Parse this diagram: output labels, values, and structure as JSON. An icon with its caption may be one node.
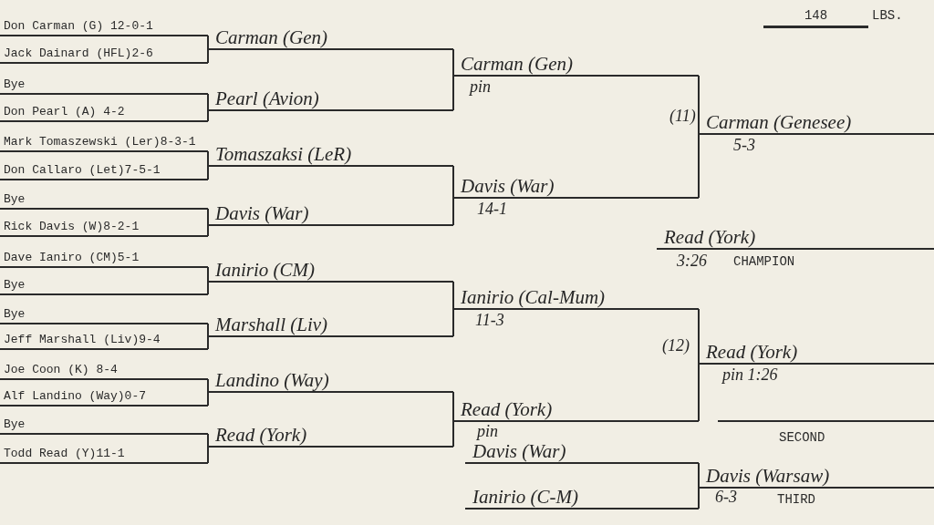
{
  "diagram": {
    "nodes": [
      {
        "text": [
          "Don Carman (G) 12-0-1"
        ]
      },
      {
        "text": [
          "Jack Dainard (HFL)2-6"
        ]
      },
      {
        "text": [
          "Bye"
        ]
      },
      {
        "text": [
          "Don Pearl (A) 4-2"
        ]
      },
      {
        "text": [
          "Mark Tomaszewski (Ler)8-3-1"
        ]
      },
      {
        "text": [
          "Don Callaro (Let)7-5-1"
        ]
      },
      {
        "text": [
          "Bye"
        ]
      },
      {
        "text": [
          "Rick Davis (W)8-2-1"
        ]
      },
      {
        "text": [
          "Dave Ianiro (CM)5-1"
        ]
      },
      {
        "text": [
          "Bye"
        ]
      },
      {
        "text": [
          "Bye"
        ]
      },
      {
        "text": [
          "Jeff Marshall (Liv)9-4"
        ]
      },
      {
        "text": [
          "Joe Coon (K) 8-4"
        ]
      },
      {
        "text": [
          "Alf Landino (Way)0-7"
        ]
      },
      {
        "text": [
          "Bye"
        ]
      },
      {
        "text": [
          "Todd Read (Y)11-1"
        ]
      },
      {
        "text": [
          "Carman (Gen)"
        ]
      },
      {
        "text": [
          "Pearl (Avion)"
        ]
      },
      {
        "text": [
          "Tomaszaksi (LeR)"
        ]
      },
      {
        "text": [
          "Davis (War)"
        ]
      },
      {
        "text": [
          "Ianirio (CM)"
        ]
      },
      {
        "text": [
          "Marshall (Liv)"
        ]
      },
      {
        "text": [
          "Landino (Way)"
        ]
      },
      {
        "text": [
          "Read (York)"
        ]
      },
      {
        "text": [
          "Carman (Gen)"
        ],
        "beside": [
          "pin"
        ]
      },
      {
        "text": [
          "Davis (War)"
        ],
        "beside": [
          "14-1"
        ]
      },
      {
        "text": [
          "Ianirio (Cal-Mum)"
        ],
        "beside": [
          "11-3"
        ]
      },
      {
        "text": [
          "Read (York)"
        ],
        "beside": [
          "pin"
        ]
      },
      {
        "text": [
          "Carman (Genesee)"
        ],
        "beside": [
          "(11)",
          "5-3"
        ]
      },
      {
        "text": [
          "Read (York)"
        ],
        "beside": [
          "(12)",
          "pin 1:26"
        ]
      },
      {
        "text": [
          "Read (York)"
        ],
        "beside": [
          "3:26",
          "CHAMPION"
        ]
      },
      {
        "text": [],
        "shape": "line",
        "beside": [
          "SECOND"
        ]
      },
      {
        "text": [
          "Davis (War)"
        ]
      },
      {
        "text": [
          "Ianirio (C-M)"
        ]
      },
      {
        "text": [
          "Davis (Warsaw)"
        ],
        "beside": [
          "6-3",
          "THIRD"
        ]
      }
    ],
    "edges": [
      {
        "from": 0,
        "to": 16,
        "arrow": "none"
      },
      {
        "from": 1,
        "to": 16,
        "arrow": "none"
      },
      {
        "from": 2,
        "to": 17,
        "arrow": "none"
      },
      {
        "from": 3,
        "to": 17,
        "arrow": "none"
      },
      {
        "from": 4,
        "to": 18,
        "arrow": "none"
      },
      {
        "from": 5,
        "to": 18,
        "arrow": "none"
      },
      {
        "from": 6,
        "to": 19,
        "arrow": "none"
      },
      {
        "from": 7,
        "to": 19,
        "arrow": "none"
      },
      {
        "from": 8,
        "to": 20,
        "arrow": "none"
      },
      {
        "from": 9,
        "to": 20,
        "arrow": "none"
      },
      {
        "from": 10,
        "to": 21,
        "arrow": "none"
      },
      {
        "from": 11,
        "to": 21,
        "arrow": "none"
      },
      {
        "from": 12,
        "to": 22,
        "arrow": "none"
      },
      {
        "from": 13,
        "to": 22,
        "arrow": "none"
      },
      {
        "from": 14,
        "to": 23,
        "arrow": "none"
      },
      {
        "from": 15,
        "to": 23,
        "arrow": "none"
      },
      {
        "from": 16,
        "to": 24,
        "arrow": "none"
      },
      {
        "from": 17,
        "to": 24,
        "arrow": "none"
      },
      {
        "from": 18,
        "to": 25,
        "arrow": "none"
      },
      {
        "from": 19,
        "to": 25,
        "arrow": "none"
      },
      {
        "from": 20,
        "to": 26,
        "arrow": "none"
      },
      {
        "from": 21,
        "to": 26,
        "arrow": "none"
      },
      {
        "from": 22,
        "to": 27,
        "arrow": "none"
      },
      {
        "from": 23,
        "to": 27,
        "arrow": "none"
      },
      {
        "from": 24,
        "to": 28,
        "arrow": "none"
      },
      {
        "from": 25,
        "to": 28,
        "arrow": "none"
      },
      {
        "from": 26,
        "to": 29,
        "arrow": "none"
      },
      {
        "from": 27,
        "to": 29,
        "arrow": "none"
      },
      {
        "from": 32,
        "to": 34,
        "arrow": "none"
      },
      {
        "from": 33,
        "to": 34,
        "arrow": "none"
      }
    ],
    "labels": [
      "148",
      "LBS."
    ]
  }
}
